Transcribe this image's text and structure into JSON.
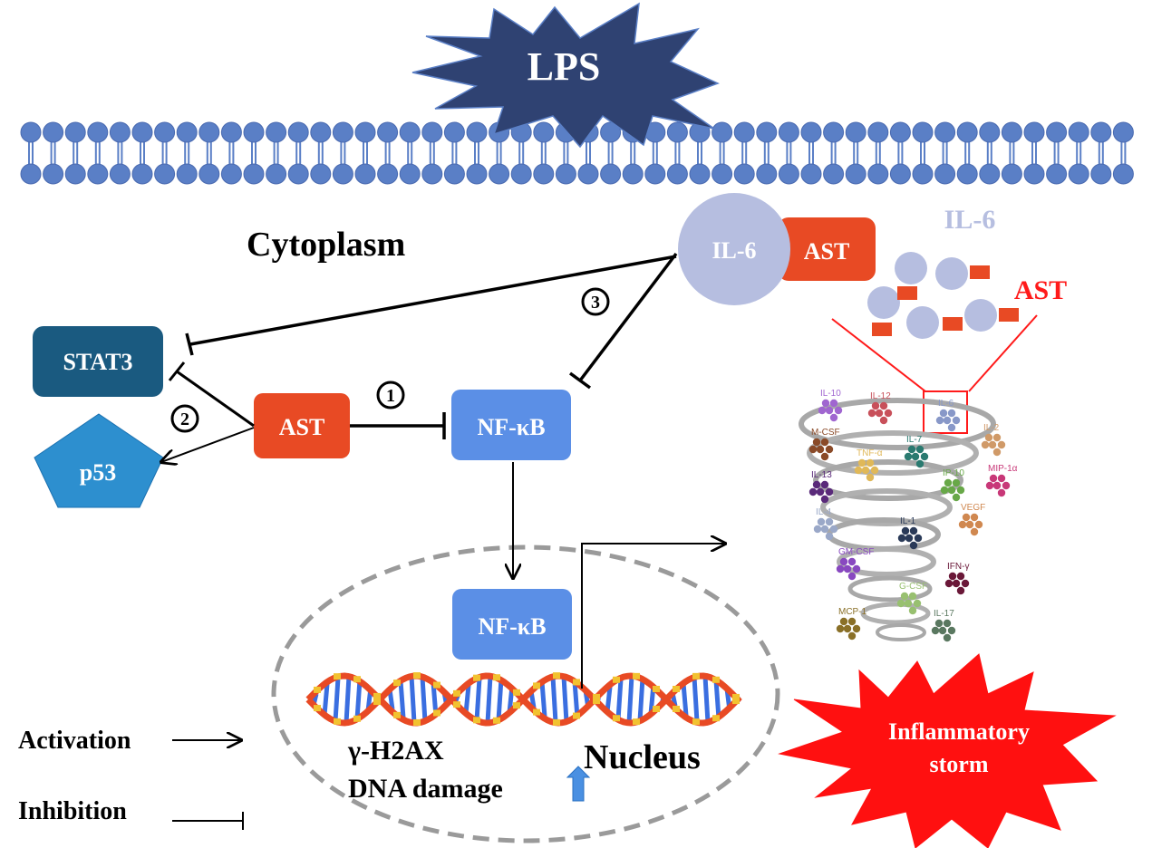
{
  "labels": {
    "lps": "LPS",
    "cytoplasm": "Cytoplasm",
    "stat3": "STAT3",
    "p53": "p53",
    "ast_center": "AST",
    "nfkb_cyto": "NF-κB",
    "nfkb_nucleus": "NF-κB",
    "il6_circle": "IL-6",
    "ast_bound": "AST",
    "il6_cluster": "IL-6",
    "ast_cluster": "AST",
    "step1": "①",
    "step2": "②",
    "step3": "③",
    "gamma_h2ax": "γ-H2AX",
    "dna_damage": "DNA damage",
    "nucleus": "Nucleus",
    "storm_line1": "Inflammatory",
    "storm_line2": "storm",
    "legend_activation": "Activation",
    "legend_inhibition": "Inhibition"
  },
  "cytokines": [
    {
      "name": "IL-10",
      "color": "#a066d0"
    },
    {
      "name": "IL-12",
      "color": "#c8505a"
    },
    {
      "name": "IL-6",
      "color": "#8898c8"
    },
    {
      "name": "IL-2",
      "color": "#d09a68"
    },
    {
      "name": "M-CSF",
      "color": "#8a4a28"
    },
    {
      "name": "IL-7",
      "color": "#2a7a70"
    },
    {
      "name": "TNF-α",
      "color": "#e0b858"
    },
    {
      "name": "MIP-1α",
      "color": "#c83878"
    },
    {
      "name": "IP-10",
      "color": "#68a848"
    },
    {
      "name": "IL-13",
      "color": "#5a2a7a"
    },
    {
      "name": "VEGF",
      "color": "#d08850"
    },
    {
      "name": "IL-4",
      "color": "#9aa8c8"
    },
    {
      "name": "IL-1",
      "color": "#2a3a58"
    },
    {
      "name": "GM-CSF",
      "color": "#8848c0"
    },
    {
      "name": "IFN-γ",
      "color": "#6a1838"
    },
    {
      "name": "G-CSF",
      "color": "#98c070"
    },
    {
      "name": "MCP-1",
      "color": "#8a7028"
    },
    {
      "name": "IL-17",
      "color": "#5a7860"
    }
  ],
  "colors": {
    "lps_fill": "#2f4272",
    "membrane": "#5a7fc6",
    "stat3": "#1a5a80",
    "p53": "#2d8fcf",
    "ast": "#e84a24",
    "nfkb": "#5b8fe6",
    "il6": "#b6bee0",
    "storm": "#ff1010",
    "ast_label": "#ff1a1a"
  }
}
